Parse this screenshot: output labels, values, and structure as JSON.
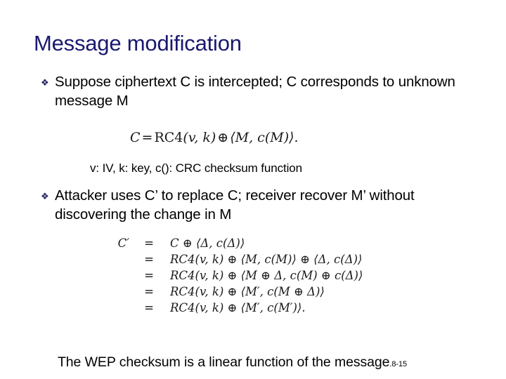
{
  "slide": {
    "title": "Message modification",
    "page_number": ".8-15",
    "title_color": "#191970",
    "body_color": "#000000",
    "bullet_glyph": "❖",
    "bullets": [
      {
        "marker": "❖",
        "text": "Suppose ciphertext C is intercepted; C corresponds to unknown message M"
      },
      {
        "marker": "❖",
        "text": "Attacker uses C’ to replace C; receiver recover M’ without discovering the change in M"
      }
    ],
    "main_equation": {
      "lhs": "C",
      "eq": "=",
      "rhs_rc4": "RC4",
      "rhs_args": "(v, k)",
      "xor": "⊕",
      "rhs_tuple": "⟨M, c(M)⟩."
    },
    "legend": "v: IV, k: key, c(): CRC checksum function",
    "derivation": {
      "lhs": "C′",
      "rows": [
        {
          "eq": "=",
          "rhs": "C ⊕ ⟨Δ, c(Δ)⟩"
        },
        {
          "eq": "=",
          "rhs": "RC4(v, k) ⊕ ⟨M, c(M)⟩ ⊕ ⟨Δ, c(Δ)⟩"
        },
        {
          "eq": "=",
          "rhs": "RC4(v, k) ⊕ ⟨M ⊕ Δ, c(M) ⊕ c(Δ)⟩"
        },
        {
          "eq": "=",
          "rhs": "RC4(v, k) ⊕ ⟨M′, c(M ⊕ Δ)⟩"
        },
        {
          "eq": "=",
          "rhs": "RC4(v, k) ⊕ ⟨M′, c(M′)⟩."
        }
      ]
    },
    "footer": "The WEP checksum is a linear function of the message"
  }
}
